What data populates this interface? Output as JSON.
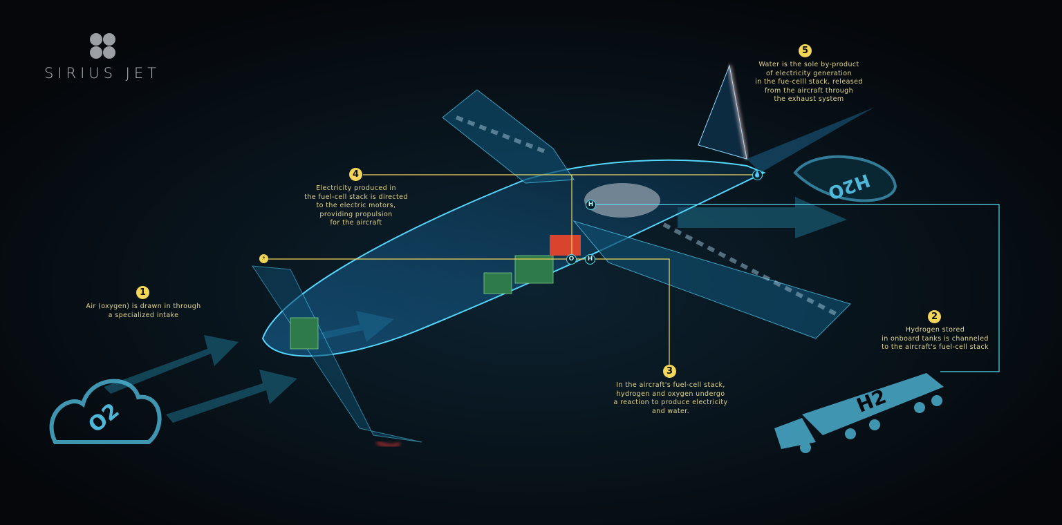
{
  "brand": {
    "name": "SIRIUS JET"
  },
  "colors": {
    "background": "#06080b",
    "accent": "#f4d65a",
    "glow": "#3fc8f0",
    "callout_text": "#e3d58a"
  },
  "steps": [
    {
      "number": "1",
      "text": "Air (oxygen) is drawn in through\na specialized intake"
    },
    {
      "number": "2",
      "text": "Hydrogen stored\nin onboard tanks is channeled\nto the aircraft's fuel-cell stack"
    },
    {
      "number": "3",
      "text": "In the aircraft's fuel-cell stack,\nhydrogen and oxygen undergo\na reaction to produce electricity\nand water."
    },
    {
      "number": "4",
      "text": "Electricity produced in\nthe fuel-cell stack is directed\nto the electric motors,\nproviding propulsion\nfor the aircraft"
    },
    {
      "number": "5",
      "text": "Water is the sole by-product\nof electricity generation\nin the fue-celll stack, released\nfrom the aircraft through\nthe exhaust system"
    }
  ],
  "markers": {
    "oxygen": "O",
    "hydrogen": "H",
    "hydrogen_tank": "H"
  },
  "symbols": {
    "air": "O2",
    "water": "H2O",
    "truck": "H2"
  },
  "icons": {
    "lightning": "lightning-icon",
    "water_drop": "water-drop-icon"
  }
}
